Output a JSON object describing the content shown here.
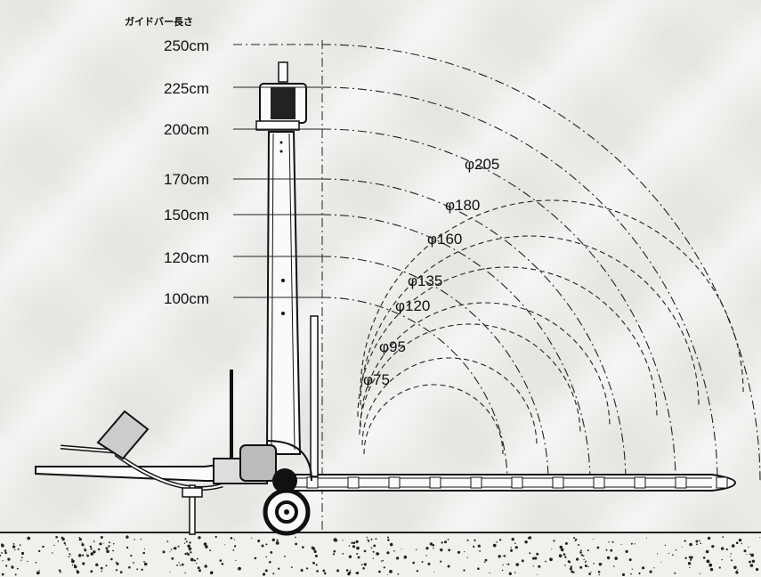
{
  "header_label": "ガイドバー長さ",
  "bar_lengths": [
    "250cm",
    "225cm",
    "200cm",
    "170cm",
    "150cm",
    "120cm",
    "100cm"
  ],
  "diameters": [
    "φ205",
    "φ180",
    "φ160",
    "φ135",
    "φ120",
    "φ95",
    "φ75"
  ]
}
